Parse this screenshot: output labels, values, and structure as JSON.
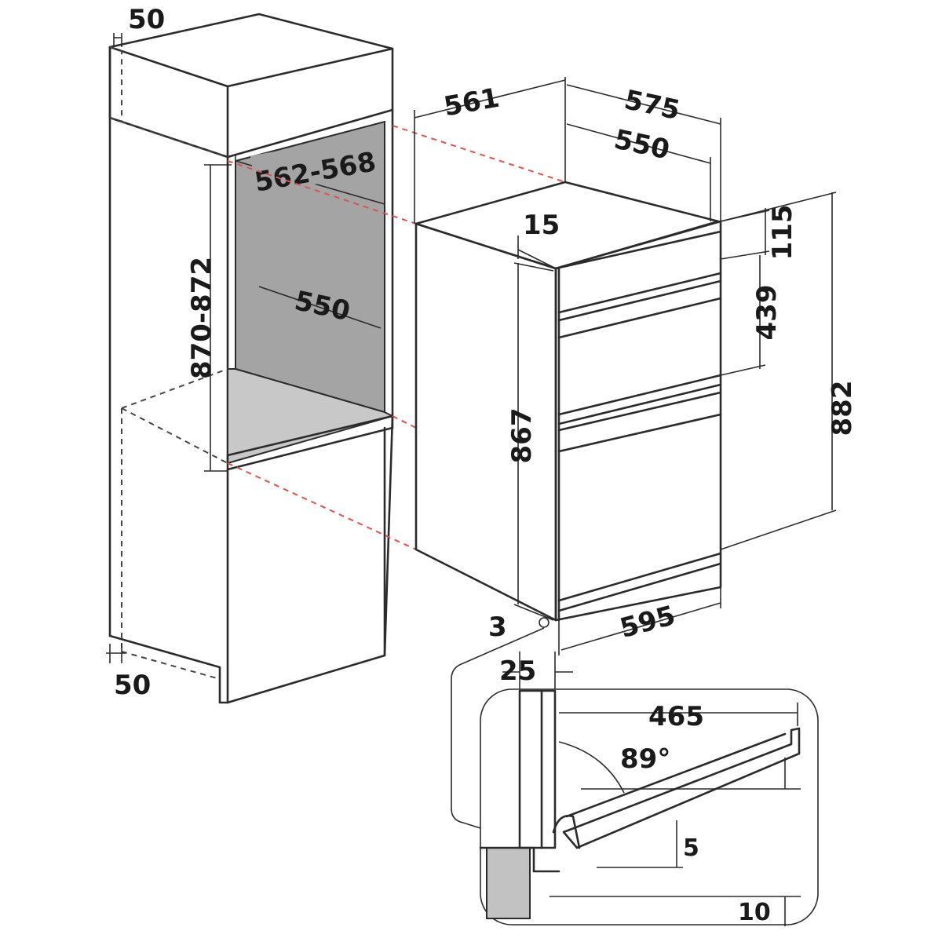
{
  "dimensions": {
    "cabinet_top_offset": "50",
    "cabinet_bottom_offset": "50",
    "niche_width": "562-568",
    "niche_height": "870-872",
    "niche_depth": "550",
    "oven_depth_body": "561",
    "oven_depth_total": "575",
    "oven_depth_inner": "550",
    "front_frame_gap": "15",
    "control_panel_height": "115",
    "upper_cavity_height": "439",
    "body_height": "867",
    "total_height": "882",
    "total_width": "595",
    "bottom_gap": "3",
    "door_thickness": "25",
    "door_open_length": "465",
    "door_angle": "89°",
    "door_clearance_5": "5",
    "door_clearance_10": "10"
  },
  "colors": {
    "line": "#2b2b2b",
    "hidden_line": "#444444",
    "alignment_line": "#d9534f",
    "niche_back": "#a4a4a4",
    "niche_floor": "#c8c8c8",
    "cabinet_fill": "#c2c2c2"
  }
}
